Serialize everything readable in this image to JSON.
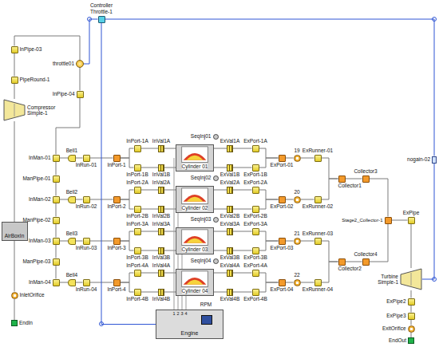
{
  "diagram": {
    "nodes": [
      {
        "text": [
          "Controller Throttle-1"
        ]
      },
      {
        "text": [
          "InPipe-03"
        ]
      },
      {
        "text": [
          "PipeRound-1"
        ]
      },
      {
        "text": [
          "throttle01"
        ]
      },
      {
        "text": [
          "InPipe-04"
        ]
      },
      {
        "text": [
          "Compressor Simple-1"
        ]
      },
      {
        "text": [
          "ManPipe-01"
        ]
      },
      {
        "text": [
          "ManPipe-02"
        ]
      },
      {
        "text": [
          "AirBoxIn"
        ]
      },
      {
        "text": [
          "ManPipe-03"
        ]
      },
      {
        "text": [
          "InletOrifice"
        ]
      },
      {
        "text": [
          "EndIn"
        ]
      },
      {
        "text": [
          "InMan-01"
        ]
      },
      {
        "text": [
          "Bell1"
        ]
      },
      {
        "text": [
          "InRun-01"
        ]
      },
      {
        "text": [
          "InPort-1"
        ]
      },
      {
        "text": [
          "InPort-1A"
        ]
      },
      {
        "text": [
          "InPort-1B"
        ]
      },
      {
        "text": [
          "InVal1A"
        ]
      },
      {
        "text": [
          "InVal1B"
        ]
      },
      {
        "text": [
          "SeqInj01"
        ]
      },
      {
        "text": [
          "Cylinder 01"
        ]
      },
      {
        "text": [
          "ExVal1A"
        ]
      },
      {
        "text": [
          "ExVal1B"
        ]
      },
      {
        "text": [
          "ExPort-1A"
        ]
      },
      {
        "text": [
          "ExPort-1B"
        ]
      },
      {
        "text": [
          "ExPort-01"
        ]
      },
      {
        "text": [
          "19"
        ]
      },
      {
        "text": [
          "ExRunner-01"
        ]
      },
      {
        "text": [
          "InMan-02"
        ]
      },
      {
        "text": [
          "Bell2"
        ]
      },
      {
        "text": [
          "InRun-02"
        ]
      },
      {
        "text": [
          "InPort-2"
        ]
      },
      {
        "text": [
          "InPort-2A"
        ]
      },
      {
        "text": [
          "InPort-2B"
        ]
      },
      {
        "text": [
          "InVal2A"
        ]
      },
      {
        "text": [
          "InVal2B"
        ]
      },
      {
        "text": [
          "SeqInj02"
        ]
      },
      {
        "text": [
          "Cylinder 02"
        ]
      },
      {
        "text": [
          "ExVal2A"
        ]
      },
      {
        "text": [
          "ExVal2B"
        ]
      },
      {
        "text": [
          "ExPort-2A"
        ]
      },
      {
        "text": [
          "ExPort-2B"
        ]
      },
      {
        "text": [
          "ExPort-02"
        ]
      },
      {
        "text": [
          "20"
        ]
      },
      {
        "text": [
          "ExRunner-02"
        ]
      },
      {
        "text": [
          "InMan-03"
        ]
      },
      {
        "text": [
          "Bell3"
        ]
      },
      {
        "text": [
          "InRun-03"
        ]
      },
      {
        "text": [
          "InPort-3"
        ]
      },
      {
        "text": [
          "InPort-3A"
        ]
      },
      {
        "text": [
          "InPort-3B"
        ]
      },
      {
        "text": [
          "InVal3A"
        ]
      },
      {
        "text": [
          "InVal3B"
        ]
      },
      {
        "text": [
          "SeqInj03"
        ]
      },
      {
        "text": [
          "Cylinder 03"
        ]
      },
      {
        "text": [
          "ExVal3A"
        ]
      },
      {
        "text": [
          "ExVal3B"
        ]
      },
      {
        "text": [
          "ExPort-3A"
        ]
      },
      {
        "text": [
          "ExPort-3B"
        ]
      },
      {
        "text": [
          "ExPort-03"
        ]
      },
      {
        "text": [
          "21"
        ]
      },
      {
        "text": [
          "ExRunner-03"
        ]
      },
      {
        "text": [
          "InMan-04"
        ]
      },
      {
        "text": [
          "Bell4"
        ]
      },
      {
        "text": [
          "InRun-04"
        ]
      },
      {
        "text": [
          "InPort-4"
        ]
      },
      {
        "text": [
          "InPort-4A"
        ]
      },
      {
        "text": [
          "InPort-4B"
        ]
      },
      {
        "text": [
          "InVal4A"
        ]
      },
      {
        "text": [
          "InVal4B"
        ]
      },
      {
        "text": [
          "SeqInj04"
        ]
      },
      {
        "text": [
          "Cylinder 04"
        ]
      },
      {
        "text": [
          "ExVal4A"
        ]
      },
      {
        "text": [
          "ExVal4B"
        ]
      },
      {
        "text": [
          "ExPort-4A"
        ]
      },
      {
        "text": [
          "ExPort-4B"
        ]
      },
      {
        "text": [
          "ExPort-04"
        ]
      },
      {
        "text": [
          "22"
        ]
      },
      {
        "text": [
          "ExRunner-04"
        ]
      },
      {
        "text": [
          "Collector1"
        ]
      },
      {
        "text": [
          "Collector3"
        ]
      },
      {
        "text": [
          "Collector2"
        ]
      },
      {
        "text": [
          "Collector4"
        ]
      },
      {
        "text": [
          "Stage2_Collector-1"
        ]
      },
      {
        "text": [
          "ExPipe"
        ]
      },
      {
        "text": [
          "nogain-02"
        ]
      },
      {
        "text": [
          "Turbine Simple-1"
        ]
      },
      {
        "text": [
          "Engine"
        ]
      },
      {
        "text": [
          "ExPipe2"
        ]
      },
      {
        "text": [
          "ExPipe3"
        ]
      },
      {
        "text": [
          "ExitOrifice"
        ]
      },
      {
        "text": [
          "EndOut"
        ]
      }
    ],
    "edges": [
      {
        "from": 11,
        "to": 10,
        "arrow": "none"
      },
      {
        "from": 10,
        "to": 8,
        "arrow": "none"
      },
      {
        "from": 8,
        "to": 5,
        "arrow": "none"
      },
      {
        "from": 5,
        "to": 2,
        "arrow": "none"
      },
      {
        "from": 2,
        "to": 1,
        "arrow": "none"
      },
      {
        "from": 1,
        "to": 3,
        "arrow": "none"
      },
      {
        "from": 0,
        "to": 3,
        "arrow": "none"
      },
      {
        "from": 3,
        "to": 4,
        "arrow": "none"
      },
      {
        "from": 4,
        "to": 12,
        "arrow": "none"
      },
      {
        "from": 12,
        "to": 6,
        "arrow": "none"
      },
      {
        "from": 6,
        "to": 29,
        "arrow": "none"
      },
      {
        "from": 29,
        "to": 7,
        "arrow": "none"
      },
      {
        "from": 7,
        "to": 46,
        "arrow": "none"
      },
      {
        "from": 46,
        "to": 9,
        "arrow": "none"
      },
      {
        "from": 9,
        "to": 63,
        "arrow": "none"
      },
      {
        "from": 12,
        "to": 13,
        "arrow": "none"
      },
      {
        "from": 13,
        "to": 14,
        "arrow": "none"
      },
      {
        "from": 14,
        "to": 15,
        "arrow": "none"
      },
      {
        "from": 15,
        "to": 16,
        "arrow": "none"
      },
      {
        "from": 15,
        "to": 17,
        "arrow": "none"
      },
      {
        "from": 16,
        "to": 18,
        "arrow": "none"
      },
      {
        "from": 17,
        "to": 19,
        "arrow": "none"
      },
      {
        "from": 18,
        "to": 21,
        "arrow": "none"
      },
      {
        "from": 19,
        "to": 21,
        "arrow": "none"
      },
      {
        "from": 21,
        "to": 22,
        "arrow": "none"
      },
      {
        "from": 21,
        "to": 23,
        "arrow": "none"
      },
      {
        "from": 22,
        "to": 24,
        "arrow": "none"
      },
      {
        "from": 23,
        "to": 25,
        "arrow": "none"
      },
      {
        "from": 24,
        "to": 26,
        "arrow": "none"
      },
      {
        "from": 25,
        "to": 26,
        "arrow": "none"
      },
      {
        "from": 26,
        "to": 27,
        "arrow": "none"
      },
      {
        "from": 27,
        "to": 28,
        "arrow": "none"
      },
      {
        "from": 29,
        "to": 30,
        "arrow": "none"
      },
      {
        "from": 30,
        "to": 31,
        "arrow": "none"
      },
      {
        "from": 31,
        "to": 32,
        "arrow": "none"
      },
      {
        "from": 32,
        "to": 33,
        "arrow": "none"
      },
      {
        "from": 32,
        "to": 34,
        "arrow": "none"
      },
      {
        "from": 33,
        "to": 35,
        "arrow": "none"
      },
      {
        "from": 34,
        "to": 36,
        "arrow": "none"
      },
      {
        "from": 35,
        "to": 38,
        "arrow": "none"
      },
      {
        "from": 36,
        "to": 38,
        "arrow": "none"
      },
      {
        "from": 38,
        "to": 39,
        "arrow": "none"
      },
      {
        "from": 38,
        "to": 40,
        "arrow": "none"
      },
      {
        "from": 39,
        "to": 41,
        "arrow": "none"
      },
      {
        "from": 40,
        "to": 42,
        "arrow": "none"
      },
      {
        "from": 41,
        "to": 43,
        "arrow": "none"
      },
      {
        "from": 42,
        "to": 43,
        "arrow": "none"
      },
      {
        "from": 43,
        "to": 44,
        "arrow": "none"
      },
      {
        "from": 44,
        "to": 45,
        "arrow": "none"
      },
      {
        "from": 46,
        "to": 47,
        "arrow": "none"
      },
      {
        "from": 47,
        "to": 48,
        "arrow": "none"
      },
      {
        "from": 48,
        "to": 49,
        "arrow": "none"
      },
      {
        "from": 49,
        "to": 50,
        "arrow": "none"
      },
      {
        "from": 49,
        "to": 51,
        "arrow": "none"
      },
      {
        "from": 50,
        "to": 52,
        "arrow": "none"
      },
      {
        "from": 51,
        "to": 53,
        "arrow": "none"
      },
      {
        "from": 52,
        "to": 55,
        "arrow": "none"
      },
      {
        "from": 53,
        "to": 55,
        "arrow": "none"
      },
      {
        "from": 55,
        "to": 56,
        "arrow": "none"
      },
      {
        "from": 55,
        "to": 57,
        "arrow": "none"
      },
      {
        "from": 56,
        "to": 58,
        "arrow": "none"
      },
      {
        "from": 57,
        "to": 59,
        "arrow": "none"
      },
      {
        "from": 58,
        "to": 60,
        "arrow": "none"
      },
      {
        "from": 59,
        "to": 60,
        "arrow": "none"
      },
      {
        "from": 60,
        "to": 61,
        "arrow": "none"
      },
      {
        "from": 61,
        "to": 62,
        "arrow": "none"
      },
      {
        "from": 63,
        "to": 64,
        "arrow": "none"
      },
      {
        "from": 64,
        "to": 65,
        "arrow": "none"
      },
      {
        "from": 65,
        "to": 66,
        "arrow": "none"
      },
      {
        "from": 66,
        "to": 67,
        "arrow": "none"
      },
      {
        "from": 66,
        "to": 68,
        "arrow": "none"
      },
      {
        "from": 67,
        "to": 69,
        "arrow": "none"
      },
      {
        "from": 68,
        "to": 70,
        "arrow": "none"
      },
      {
        "from": 69,
        "to": 72,
        "arrow": "none"
      },
      {
        "from": 70,
        "to": 72,
        "arrow": "none"
      },
      {
        "from": 72,
        "to": 73,
        "arrow": "none"
      },
      {
        "from": 72,
        "to": 74,
        "arrow": "none"
      },
      {
        "from": 73,
        "to": 75,
        "arrow": "none"
      },
      {
        "from": 74,
        "to": 76,
        "arrow": "none"
      },
      {
        "from": 75,
        "to": 77,
        "arrow": "none"
      },
      {
        "from": 76,
        "to": 77,
        "arrow": "none"
      },
      {
        "from": 77,
        "to": 78,
        "arrow": "none"
      },
      {
        "from": 78,
        "to": 79,
        "arrow": "none"
      },
      {
        "from": 28,
        "to": 80,
        "arrow": "none"
      },
      {
        "from": 45,
        "to": 80,
        "arrow": "none"
      },
      {
        "from": 62,
        "to": 82,
        "arrow": "none"
      },
      {
        "from": 79,
        "to": 82,
        "arrow": "none"
      },
      {
        "from": 80,
        "to": 81,
        "arrow": "none"
      },
      {
        "from": 82,
        "to": 83,
        "arrow": "none"
      },
      {
        "from": 81,
        "to": 84,
        "arrow": "none"
      },
      {
        "from": 83,
        "to": 84,
        "arrow": "none"
      },
      {
        "from": 84,
        "to": 85,
        "arrow": "none"
      },
      {
        "from": 85,
        "to": 87,
        "arrow": "none"
      },
      {
        "from": 87,
        "to": 89,
        "arrow": "none"
      },
      {
        "from": 89,
        "to": 90,
        "arrow": "none"
      },
      {
        "from": 90,
        "to": 91,
        "arrow": "none"
      },
      {
        "from": 91,
        "to": 92,
        "arrow": "none"
      },
      {
        "from": 87,
        "to": 86,
        "arrow": "none"
      },
      {
        "from": 86,
        "to": 0,
        "arrow": "none"
      },
      {
        "from": 88,
        "to": 0,
        "arrow": "none"
      },
      {
        "from": 88,
        "to": 21,
        "arrow": "none"
      },
      {
        "from": 88,
        "to": 38,
        "arrow": "none"
      },
      {
        "from": 88,
        "to": 55,
        "arrow": "none"
      },
      {
        "from": 88,
        "to": 72,
        "arrow": "none"
      }
    ],
    "labels": [
      "1",
      "2",
      "3",
      "4",
      "RPM"
    ]
  }
}
